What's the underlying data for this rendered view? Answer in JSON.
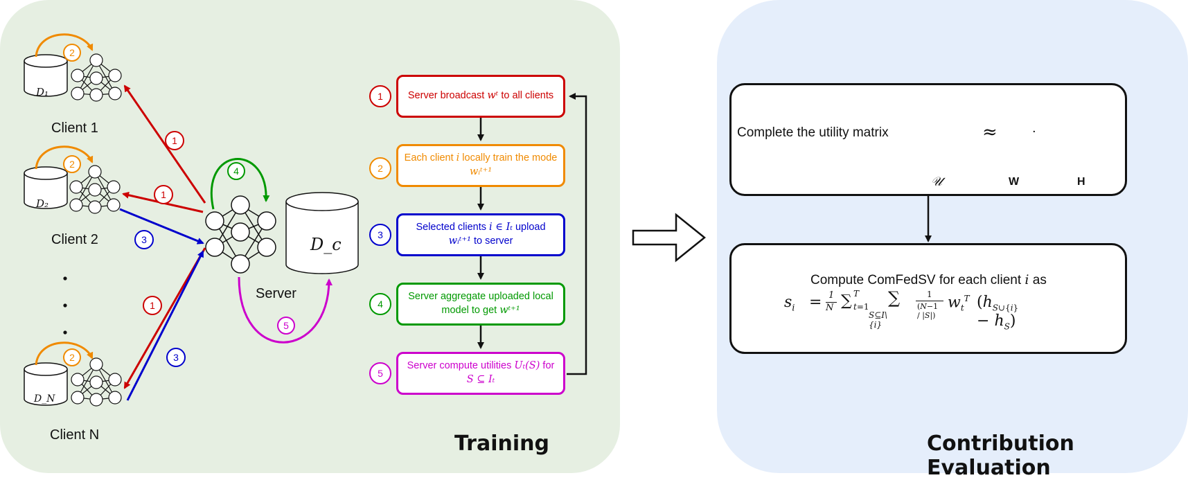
{
  "training": {
    "title": "Training",
    "clients": [
      {
        "label": "Client 1",
        "dataset": "D₁"
      },
      {
        "label": "Client 2",
        "dataset": "D₂"
      },
      {
        "label": "Client N",
        "dataset": "D_N"
      }
    ],
    "server_label": "Server",
    "server_dataset": "D_c",
    "ellipsis": "·",
    "steps": [
      {
        "num": "1",
        "text_a": "Server broadcast ",
        "math_a": "wᵗ",
        "text_b": " to all clients",
        "color": "#cc0000"
      },
      {
        "num": "2",
        "text_a": "Each client ",
        "math_a": "i",
        "text_b": " locally  train the mode",
        "math_b": "wᵢᵗ⁺¹",
        "color": "#f08a00"
      },
      {
        "num": "3",
        "text_a": "Selected clients ",
        "math_a": "i ∈ Iₜ",
        "text_b": " upload",
        "math_b": "wᵢᵗ⁺¹",
        "text_c": " to server",
        "color": "#0000cc"
      },
      {
        "num": "4",
        "text_a": "Server aggregate uploaded local",
        "text_b": "model to get ",
        "math_b": "wᵗ⁺¹",
        "color": "#009900"
      },
      {
        "num": "5",
        "text_a": "Server compute utilities ",
        "math_a": "Uₜ(S)",
        "text_b": " for",
        "math_b": "S ⊆ Iₜ",
        "color": "#cc00cc"
      }
    ]
  },
  "contribution": {
    "title": "Contribution Evaluation",
    "matrix_text": "Complete the utility matrix",
    "approx": "≈",
    "dot": "·",
    "matrices": {
      "u": "𝒰",
      "w": "W",
      "h": "H"
    },
    "compute_text": "Compute ComFedSV for each client ",
    "compute_var": "i",
    "compute_tail": " as"
  },
  "colors": {
    "red": "#cc0000",
    "orange": "#f08a00",
    "blue": "#0000cc",
    "green": "#009900",
    "magenta": "#cc00cc",
    "teal": "#9be7da",
    "yellow": "#f5b800",
    "gray": "#c8c8c8"
  }
}
